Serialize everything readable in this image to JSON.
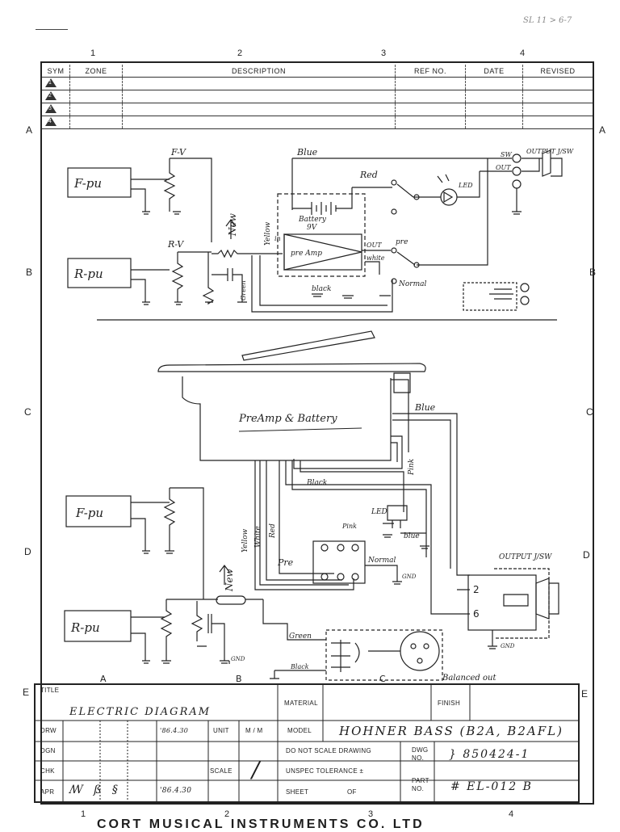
{
  "top_note": "SL 11 > 6-7",
  "columns": [
    "1",
    "2",
    "3",
    "4"
  ],
  "zones": [
    "A",
    "B",
    "C",
    "D",
    "E"
  ],
  "revision": {
    "headers": [
      "SYM",
      "ZONE",
      "DESCRIPTION",
      "REF NO.",
      "DATE",
      "REVISED"
    ],
    "rows": [
      "1",
      "2",
      "3",
      "4"
    ]
  },
  "top_diagram": {
    "f_pu": "F-pu",
    "r_pu": "R-pu",
    "f_v": "F-V",
    "r_v": "R-V",
    "blue": "Blue",
    "red": "Red",
    "yellow": "Yellow",
    "white": "white",
    "black": "black",
    "green": "Green",
    "new": "New",
    "battery": "Battery",
    "battery_volts": "9V",
    "preamp": "pre Amp",
    "out": "OUT",
    "in": "in",
    "pre": "pre",
    "normal": "Normal",
    "led": "LED",
    "sw": "SW",
    "out_label": "OUT",
    "output": "OUTPUT J/SW"
  },
  "bottom_diagram": {
    "preamp_battery": "PreAmp & Battery",
    "blue": "Blue",
    "pink": "Pink",
    "black": "Black",
    "led": "LED",
    "pink2": "Pink",
    "blue2": "blue",
    "yellow": "Yellow",
    "white": "White",
    "red": "Red",
    "pre": "Pre",
    "normal": "Normal",
    "gnd": "GND",
    "output": "OUTPUT J/SW",
    "pin2": "2",
    "pin6": "6",
    "gnd2": "GND",
    "new": "New",
    "green": "Green",
    "black2": "Black",
    "balanced_out": "Balanced out",
    "f_pu": "F-pu",
    "r_pu": "R-pu",
    "gnd3": "GND",
    "label_a": "A",
    "label_b": "B",
    "label_c": "C"
  },
  "title_block": {
    "title_label": "TITLE",
    "title_value": "ELECTRIC DIAGRAM",
    "material_label": "MATERIAL",
    "finish_label": "FINISH",
    "drw_label": "DRW",
    "dgn_label": "DGN",
    "chk_label": "CHK",
    "apr_label": "APR",
    "drw_sig": "'86.4.30",
    "apr_sig": "'86.4.30",
    "unit_label": "UNIT",
    "unit_value": "M / M",
    "scale_label": "SCALE",
    "scale_value": "/",
    "model_label": "MODEL",
    "model_value": "HOHNER BASS (B2A, B2AFL)",
    "dns_label": "DO NOT SCALE DRAWING",
    "unspec_label": "UNSPEC TOLERANCE ±",
    "sheet_label": "SHEET",
    "of_label": "OF",
    "dwg_label": "DWG NO.",
    "dwg_value": "} 850424-1",
    "part_label": "PART NO.",
    "part_value": "# EL-012 B"
  },
  "footer": "CORT MUSICAL INSTRUMENTS CO. LTD"
}
